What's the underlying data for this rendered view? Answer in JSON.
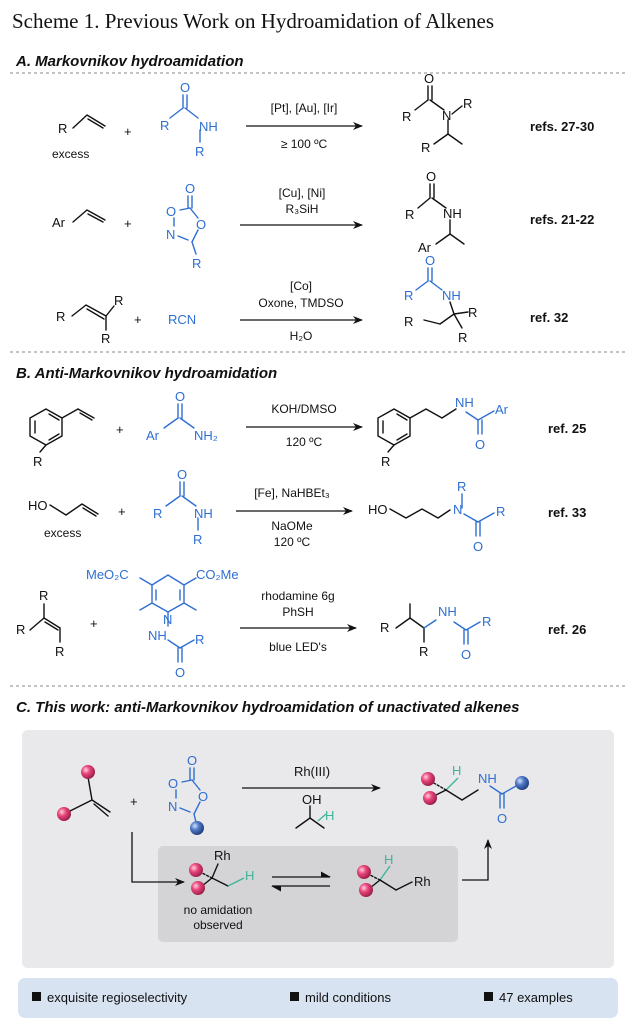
{
  "title": "Scheme 1. Previous Work on Hydroamidation of Alkenes",
  "sections": {
    "a": "A. Markovnikov hydroamidation",
    "b": "B. Anti-Markovnikov hydroamidation",
    "c": "C. This work: anti-Markovnikov hydroamidation of unactivated alkenes"
  },
  "atoms": {
    "R": "R",
    "Ar": "Ar",
    "O": "O",
    "N": "N",
    "NH": "NH",
    "H": "H",
    "HO": "HO",
    "OH": "OH",
    "Rh": "Rh",
    "NH2": "NH₂",
    "RCN": "RCN",
    "MeO2C": "MeO₂C",
    "CO2Me": "CO₂Me",
    "plus": "+"
  },
  "labels": {
    "excess": "excess",
    "no_amidation": "no amidation",
    "observed": "observed"
  },
  "conditions": {
    "r1_top": "[Pt], [Au], [Ir]",
    "r1_bot": "≥ 100 ºC",
    "r2_top": "[Cu], [Ni]",
    "r2_top2": "R₃SiH",
    "r3_top": "[Co]",
    "r3_top2": "Oxone, TMDSO",
    "r3_bot": "H₂O",
    "r4_top": "KOH/DMSO",
    "r4_bot": "120 ºC",
    "r5_top": "[Fe], NaHBEt₃",
    "r5_bot": "NaOMe",
    "r5_bot2": "120 ºC",
    "r6_top": "rhodamine 6g",
    "r6_top2": "PhSH",
    "r6_bot": "blue LED's",
    "c_top": "Rh(III)"
  },
  "refs": {
    "r1": "refs. 27-30",
    "r2": "refs. 21-22",
    "r3": "ref. 32",
    "r4": "ref. 25",
    "r5": "ref. 33",
    "r6": "ref. 26"
  },
  "footer": {
    "items": [
      "exquisite regioselectivity",
      "mild conditions",
      "47 examples"
    ]
  },
  "colors": {
    "reagent_blue": "#2f6fd1",
    "substituent_pink": "#e8457a",
    "substituent_blue": "#4f79c8",
    "hydrogen_teal": "#3fb59c",
    "panel_gray": "#e9e9eb",
    "inner_gray": "#d9d9db",
    "footer_blue": "#d8e3f1"
  }
}
